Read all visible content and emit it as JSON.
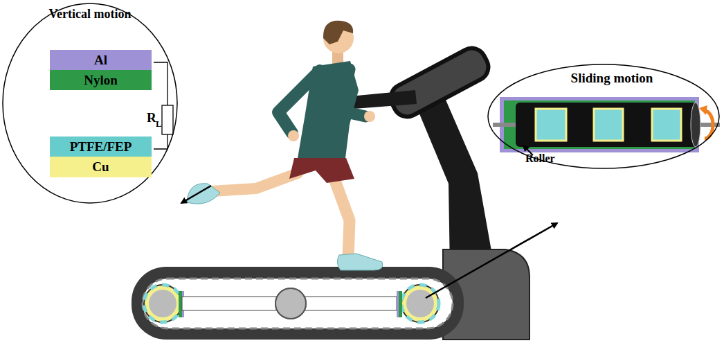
{
  "diagram": {
    "nodes": [
      {
        "text": [
          "Vertical motion"
        ]
      },
      {
        "text": [
          "Al"
        ],
        "in": 0
      },
      {
        "text": [
          "Nylon"
        ],
        "in": 0
      },
      {
        "text": [
          "PTFE/FEP"
        ],
        "in": 0
      },
      {
        "text": [
          "Cu"
        ],
        "in": 0
      },
      {
        "text": [
          "Sliding motion",
          "Roller"
        ]
      }
    ],
    "labels": [
      "R",
      "L"
    ]
  }
}
